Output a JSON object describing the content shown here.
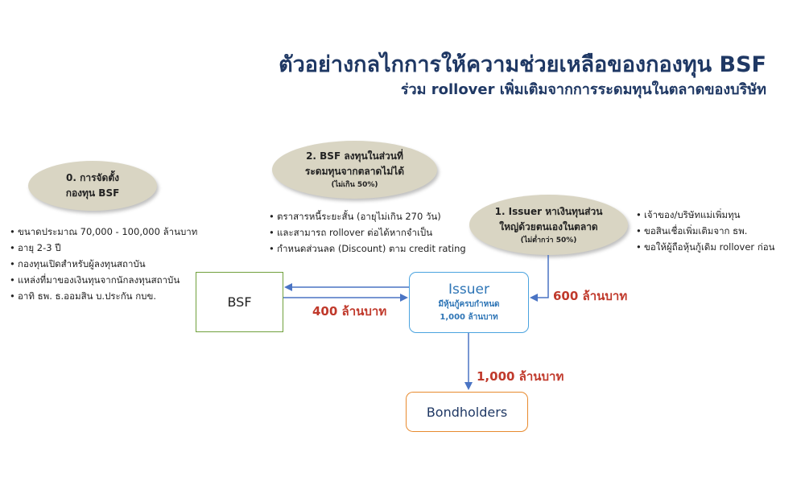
{
  "title": "ตัวอย่างกลไกการให้ความช่วยเหลือของกองทุน BSF",
  "subtitle": "ร่วม rollover เพิ่มเติมจากการระดมทุนในตลาดของบริษัท",
  "step0": {
    "line1": "0. การจัดตั้ง",
    "line2": "กองทุน BSF"
  },
  "step2": {
    "line1": "2. BSF ลงทุนในส่วนที่",
    "line2": "ระดมทุนจากตลาดไม่ได้",
    "note": "(ไม่เกิน 50%)"
  },
  "step1": {
    "line1": "1. Issuer หาเงินทุนส่วน",
    "line2": "ใหญ่ด้วยตนเองในตลาด",
    "note": "(ไม่ต่ำกว่า 50%)"
  },
  "left_bullets": [
    "ขนาดประมาณ 70,000 - 100,000 ล้านบาท",
    "อายุ 2-3 ปี",
    "กองทุนเปิดสำหรับผู้ลงทุนสถาบัน",
    "แหล่งที่มาของเงินทุนจากนักลงทุนสถาบัน",
    "อาทิ ธพ. ธ.ออมสิน บ.ประกัน กบข."
  ],
  "middle_bullets": [
    "ตราสารหนี้ระยะสั้น (อายุไม่เกิน 270 วัน)",
    "และสามารถ rollover ต่อได้หากจำเป็น",
    "กำหนดส่วนลด (Discount) ตาม credit rating"
  ],
  "right_bullets": [
    "เจ้าของ/บริษัทแม่เพิ่มทุน",
    "ขอสินเชื่อเพิ่มเติมจาก ธพ.",
    "ขอให้ผู้ถือหุ้นกู้เดิม rollover ก่อน"
  ],
  "bsf_box": {
    "label": "BSF"
  },
  "issuer_box": {
    "label": "Issuer",
    "line1": "มีหุ้นกู้ครบกำหนด",
    "line2": "1,000 ล้านบาท"
  },
  "bondholders_box": {
    "label": "Bondholders"
  },
  "amounts": {
    "bsf": "400 ล้านบาท",
    "market": "600 ล้านบาท",
    "bondholders": "1,000 ล้านบาท"
  },
  "colors": {
    "title": "#1f3864",
    "ellipse": "#d9d5c3",
    "bsf_border": "#70a03c",
    "issuer_border": "#4aa3df",
    "bondholders_border": "#e88a2e",
    "arrow": "#4a74c4",
    "amount": "#c0392b"
  }
}
